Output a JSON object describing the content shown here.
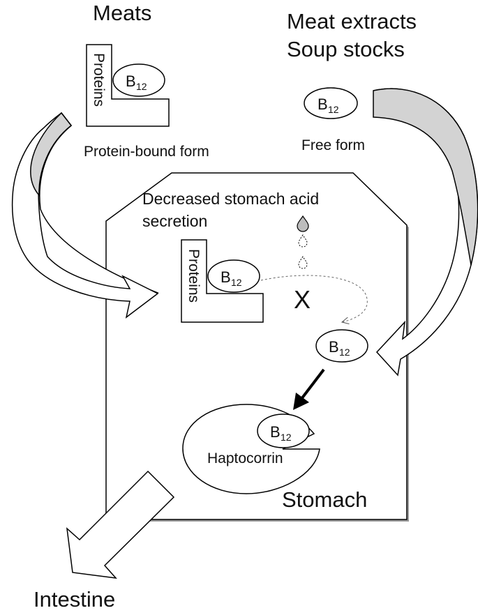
{
  "sources": {
    "meats": "Meats",
    "extracts_line1": "Meat extracts",
    "extracts_line2": "Soup stocks"
  },
  "forms": {
    "protein_bound": "Protein-bound form",
    "free": "Free form"
  },
  "molecules": {
    "proteins": "Proteins",
    "b12_main": "B",
    "b12_sub": "12",
    "haptocorrin": "Haptocorrin"
  },
  "stomach": {
    "label": "Stomach",
    "note_line1": "Decreased stomach acid",
    "note_line2": "secretion",
    "blocked_mark": "X"
  },
  "destination": {
    "label": "Intestine"
  },
  "colors": {
    "arrow_shading": "#d3d3d3",
    "outline": "#000000",
    "stomach_shadow": "#9a9a9a"
  }
}
